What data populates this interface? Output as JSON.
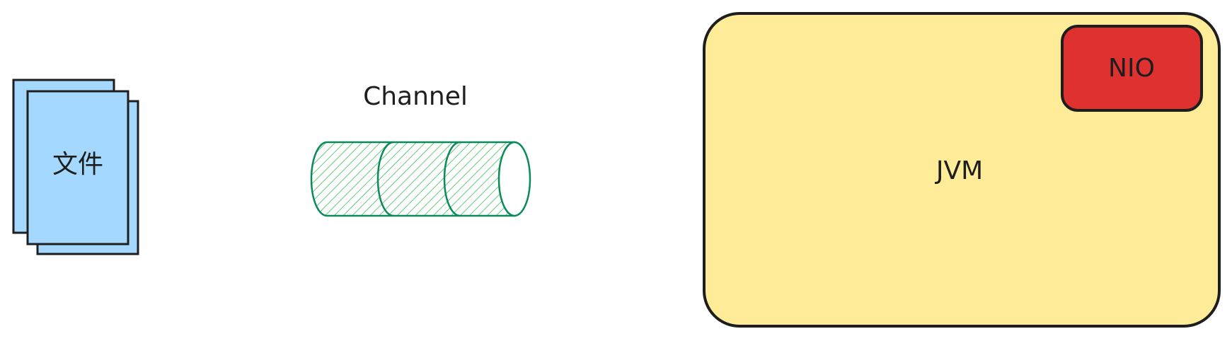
{
  "diagram": {
    "nodes": {
      "file": {
        "label": "文件",
        "fill": "#a5d8ff",
        "stroke": "#1e1e1e"
      },
      "channel": {
        "label": "Channel",
        "fill_hatch": "#40c057",
        "stroke": "#0c8a5a"
      },
      "jvm": {
        "label": "JVM",
        "fill": "#ffec99",
        "stroke": "#1e1e1e"
      },
      "nio": {
        "label": "NIO",
        "fill": "#e03131",
        "stroke": "#1e1e1e"
      }
    },
    "text_color": "#1e1e1e"
  }
}
